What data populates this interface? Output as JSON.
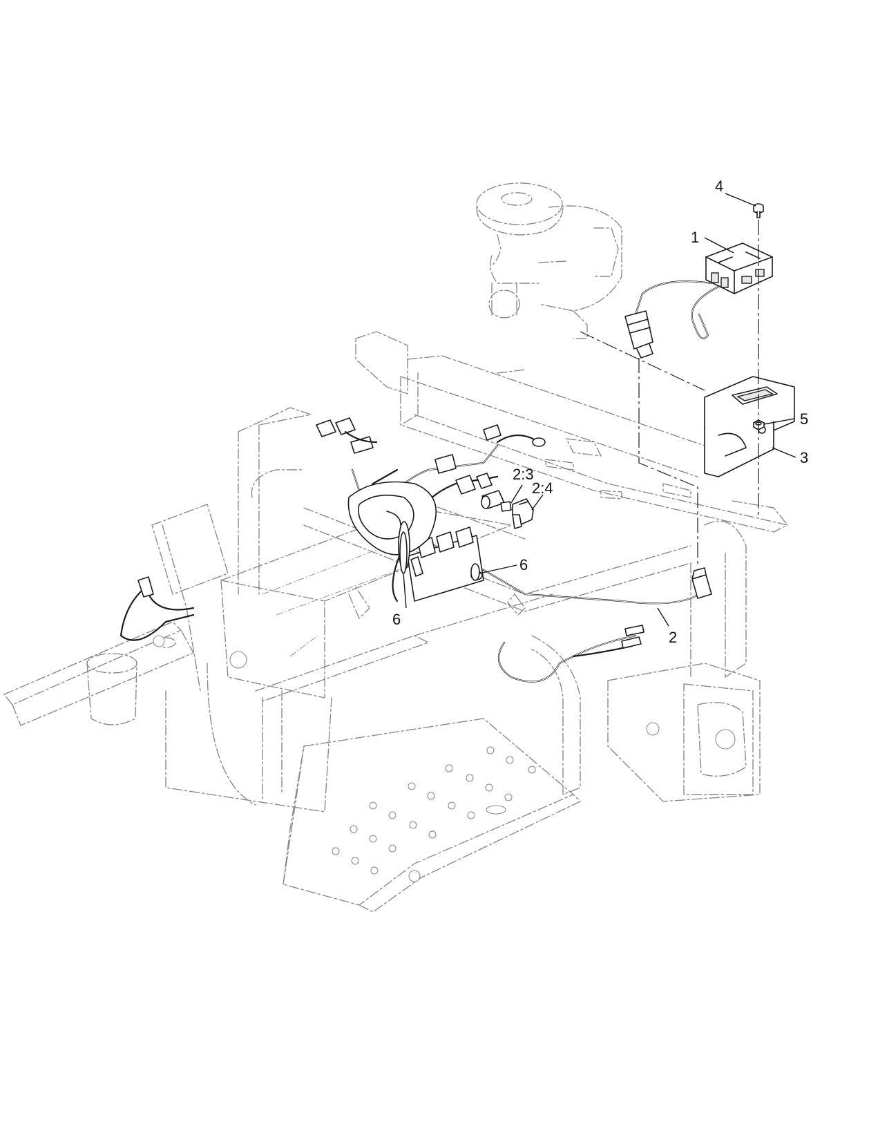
{
  "callouts": {
    "c1": "1",
    "c2": "2",
    "c2_3": "2:3",
    "c2_4": "2:4",
    "c3": "3",
    "c4": "4",
    "c5": "5",
    "c6a": "6",
    "c6b": "6"
  }
}
